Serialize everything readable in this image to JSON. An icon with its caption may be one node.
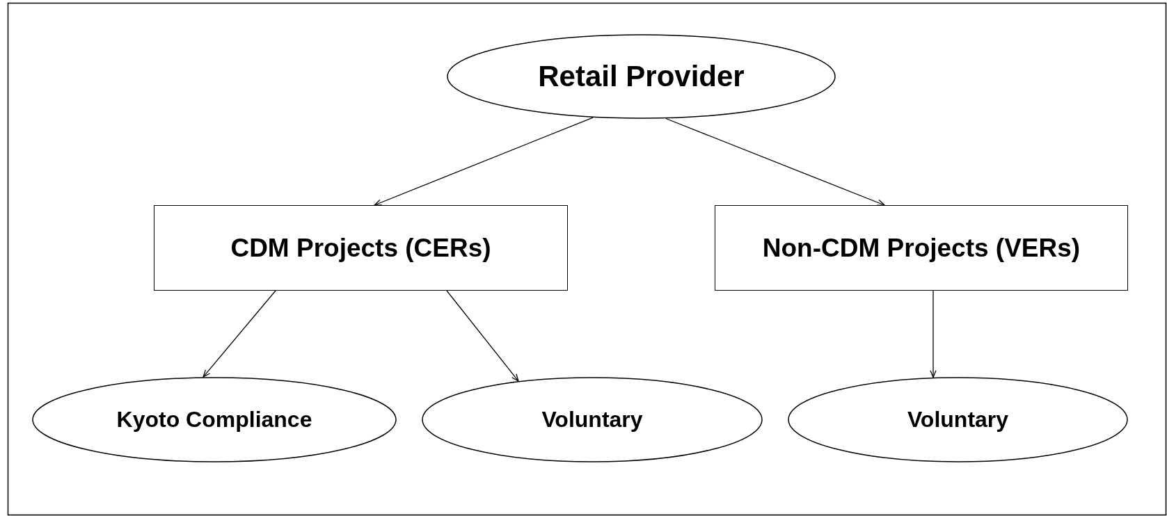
{
  "diagram": {
    "nodes": [
      {
        "text": [
          "Retail Provider"
        ]
      },
      {
        "text": [
          "CDM Projects (CERs)"
        ]
      },
      {
        "text": [
          "Non-CDM Projects (VERs)"
        ]
      },
      {
        "text": [
          "Kyoto Compliance"
        ]
      },
      {
        "text": [
          "Voluntary"
        ]
      },
      {
        "text": [
          "Voluntary"
        ]
      }
    ],
    "edges": [
      {
        "from": 0,
        "to": 1,
        "arrow": "to"
      },
      {
        "from": 0,
        "to": 2,
        "arrow": "to"
      },
      {
        "from": 1,
        "to": 3,
        "arrow": "to"
      },
      {
        "from": 1,
        "to": 4,
        "arrow": "to"
      },
      {
        "from": 2,
        "to": 5,
        "arrow": "to"
      }
    ]
  }
}
